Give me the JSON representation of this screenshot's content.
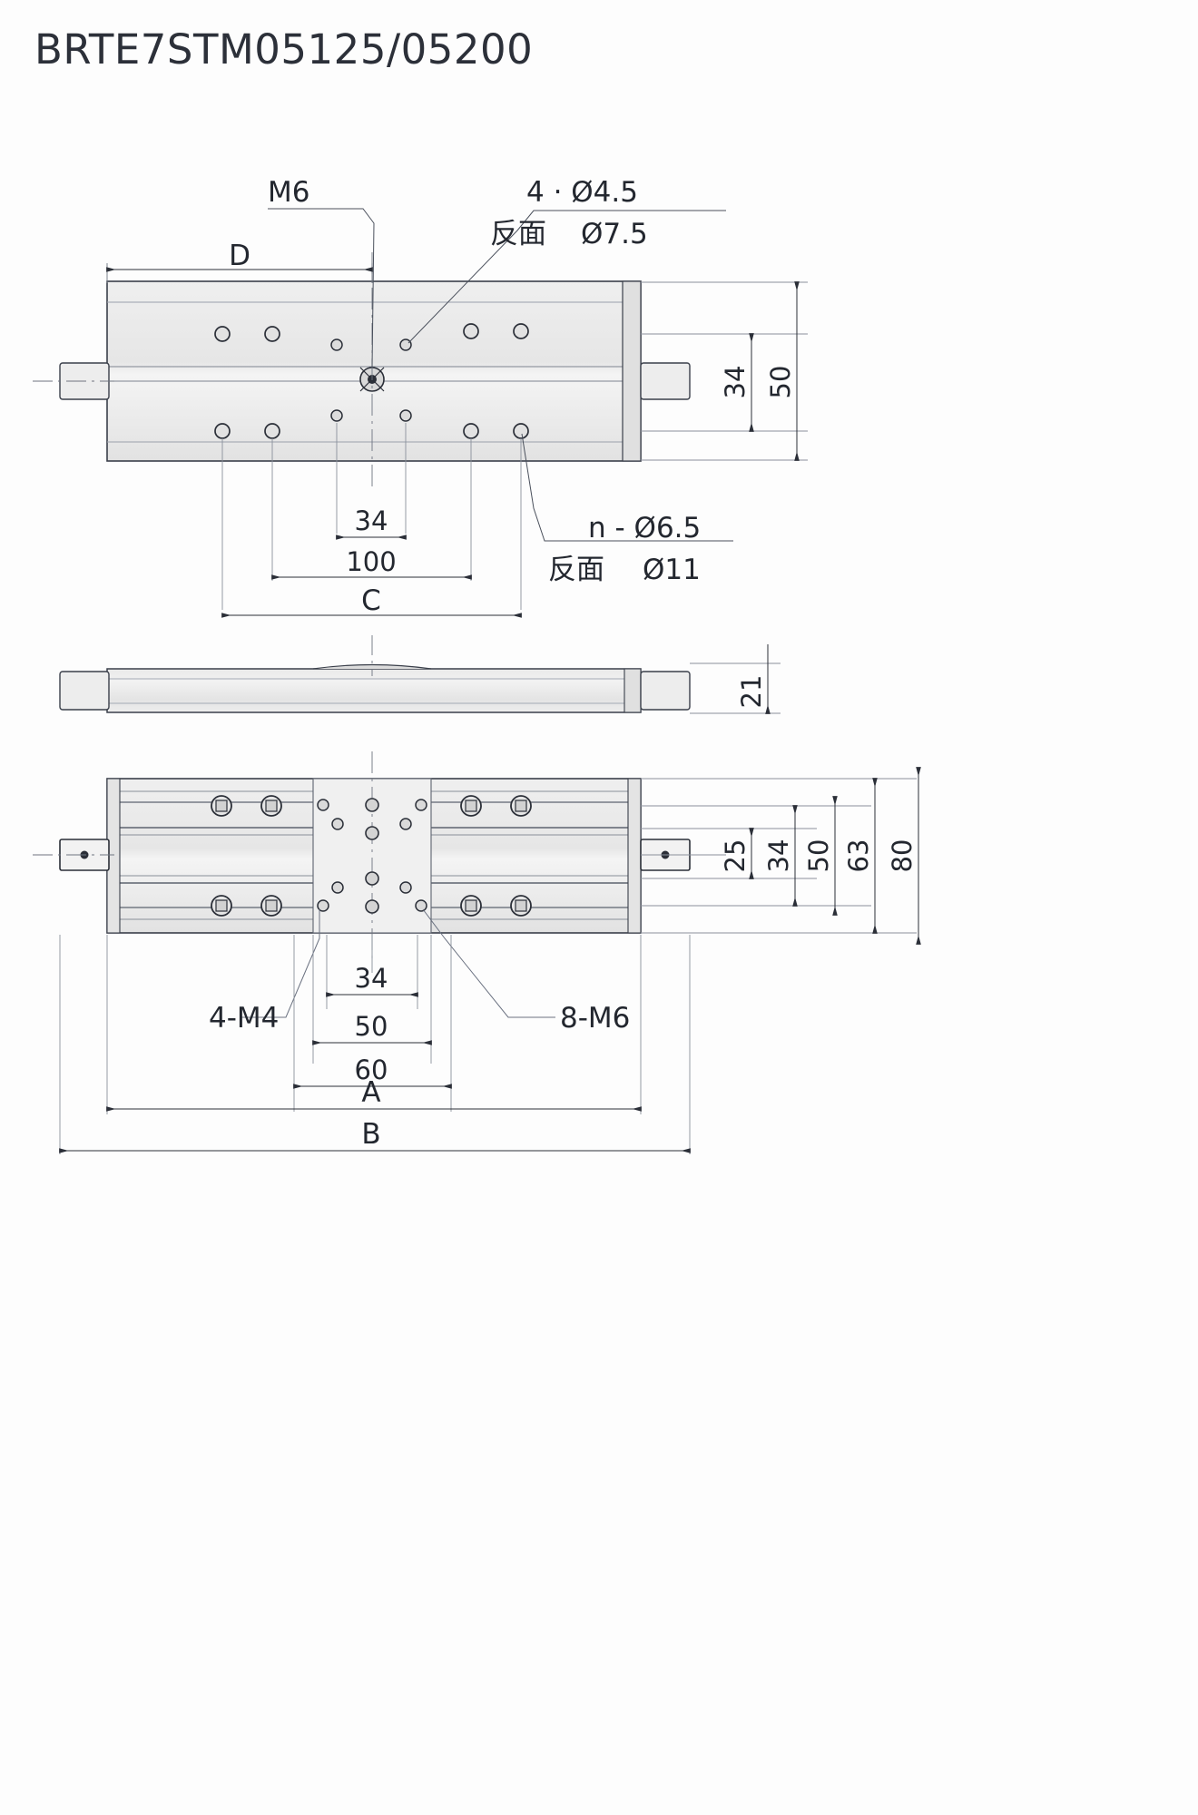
{
  "page": {
    "title": "BRTE7STM05125/05200",
    "drawing_type": "mechanical-linear-stage-dimension-drawing",
    "line_color": "#3a3f4a",
    "body_fill": "#ececec",
    "background": "#fdfdfd"
  },
  "views": {
    "top": {
      "name": "top-view",
      "callouts": [
        {
          "id": "m6",
          "text": "M6"
        },
        {
          "id": "hole-4-d45",
          "line1": "4 · Ø4.5",
          "line2_cn": "反面",
          "line2_val": "Ø7.5"
        },
        {
          "id": "hole-n-d65",
          "line1": "n - Ø6.5",
          "line2_cn": "反面",
          "line2_val": "Ø11"
        }
      ],
      "dimensions": {
        "top_width": "D",
        "hole_pitch_small": "34",
        "hole_pitch_large": "100",
        "overall_hole_span": "C",
        "height_inner": "34",
        "height_outer": "50"
      }
    },
    "side": {
      "name": "side-view",
      "dimensions": {
        "thickness": "21"
      }
    },
    "bottom": {
      "name": "bottom-view",
      "callouts": [
        {
          "id": "thread-4-m4",
          "text": "4-M4"
        },
        {
          "id": "thread-8-m6",
          "text": "8-M6"
        }
      ],
      "dimensions": {
        "pitch_34": "34",
        "pitch_50": "50",
        "pitch_60": "60",
        "length_a": "A",
        "length_b": "B",
        "v_25": "25",
        "v_34": "34",
        "v_50": "50",
        "v_63": "63",
        "v_80": "80"
      }
    }
  },
  "chart_data": {
    "type": "table",
    "title": "BRTE7STM05125/05200",
    "categories": [
      "D",
      "C",
      "A",
      "B",
      "34",
      "100",
      "50",
      "60",
      "25",
      "63",
      "80",
      "21"
    ],
    "values": [
      0,
      0,
      0,
      0,
      34,
      100,
      50,
      60,
      25,
      63,
      80,
      21
    ],
    "annotations": [
      "M6",
      "4 · Ø4.5",
      "反面 Ø7.5",
      "n - Ø6.5",
      "反面 Ø11",
      "4-M4",
      "8-M6"
    ],
    "xlabel": "",
    "ylabel": ""
  }
}
